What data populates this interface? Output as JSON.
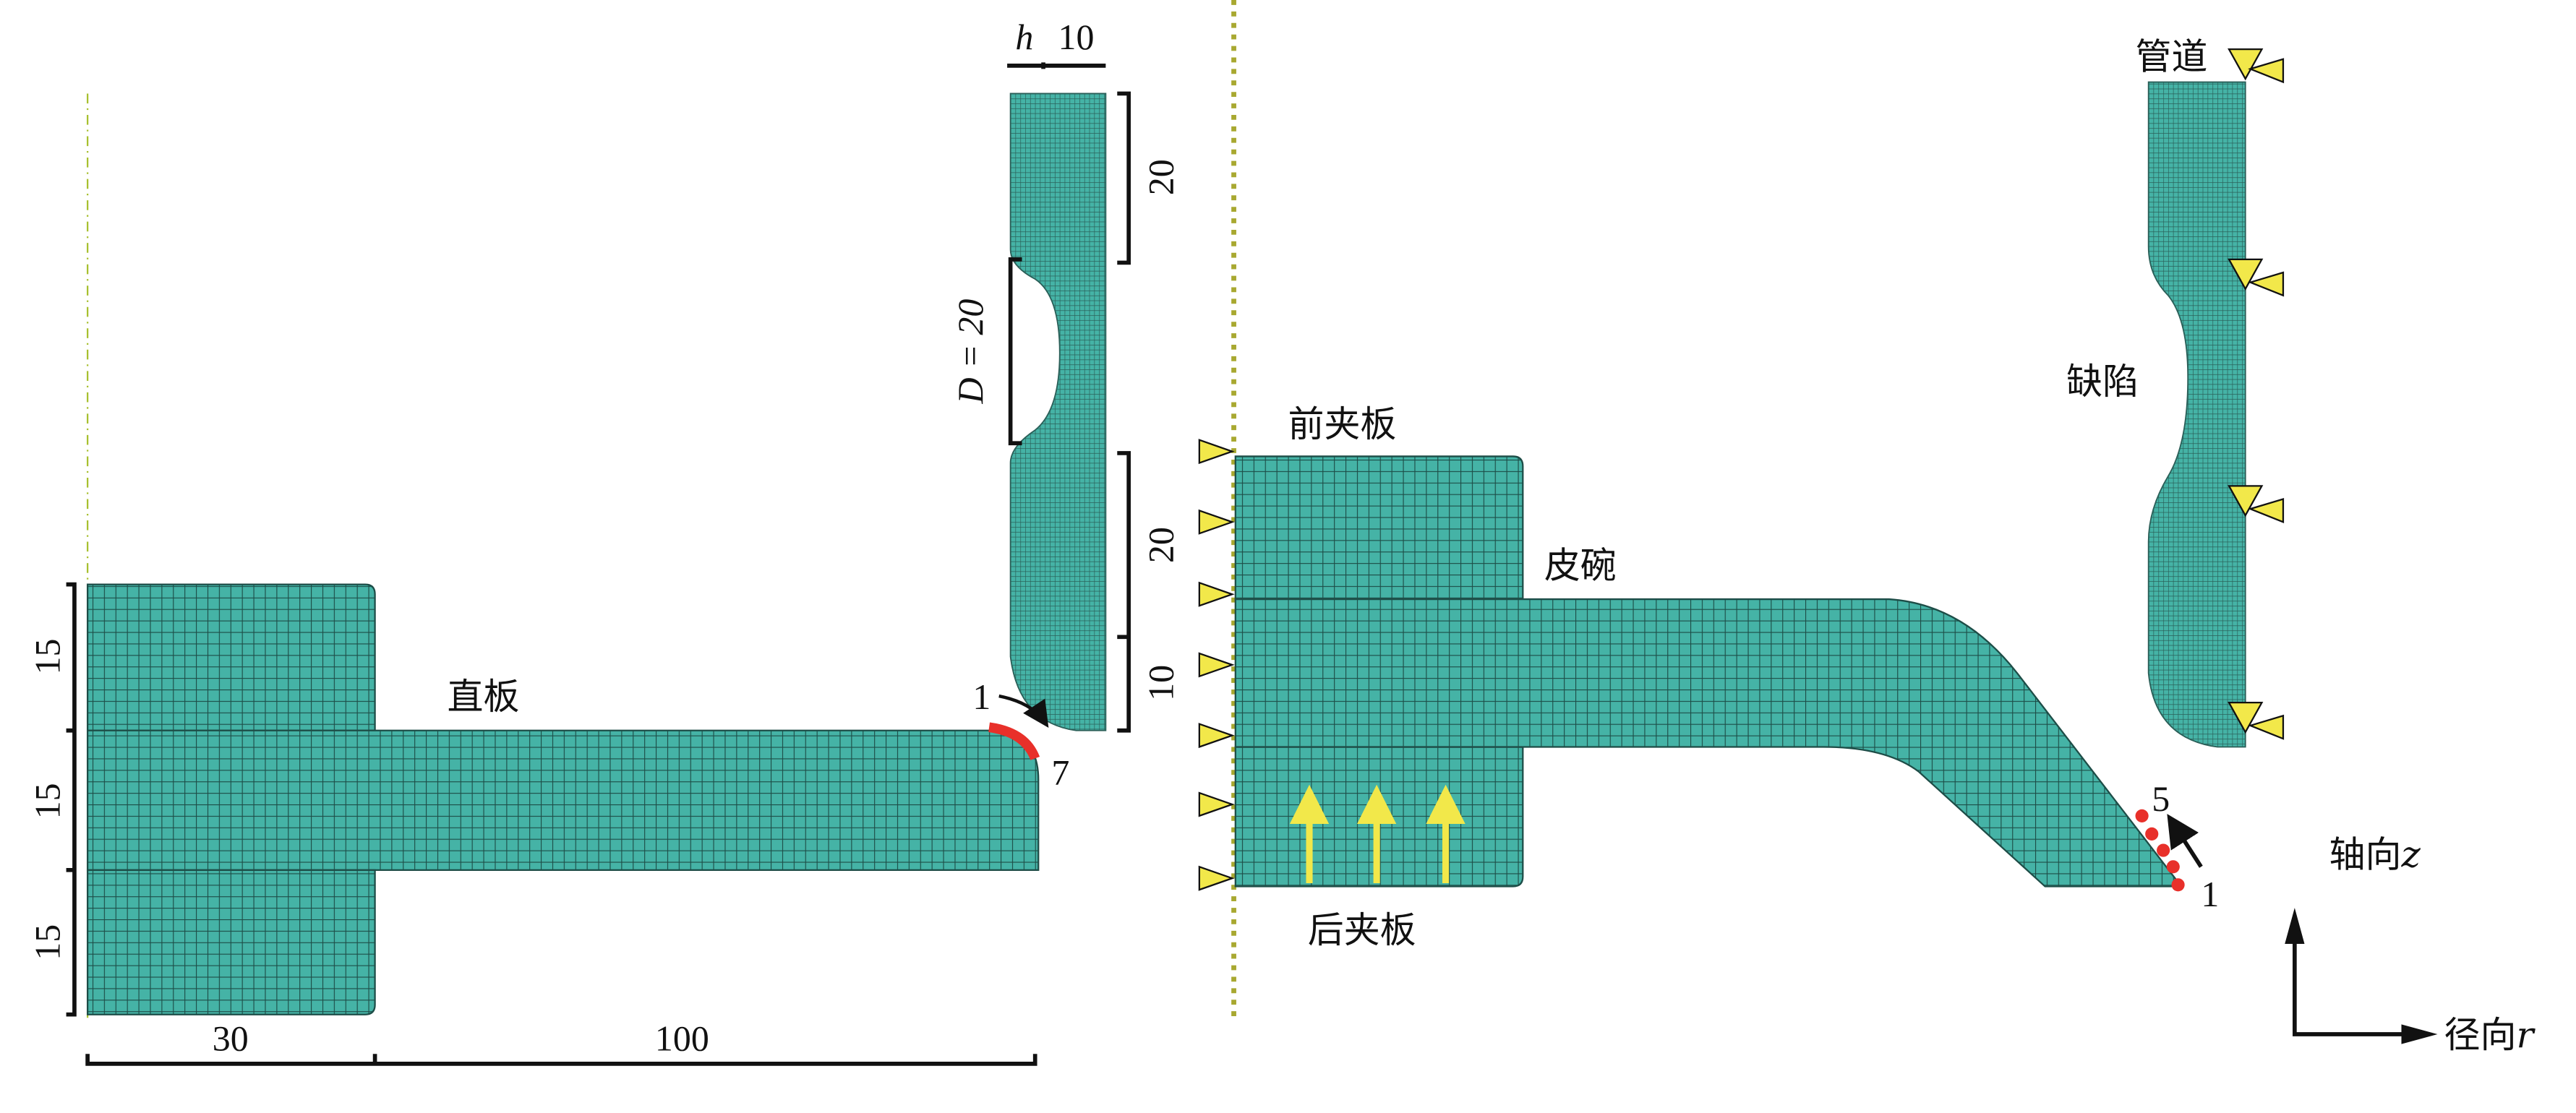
{
  "colors": {
    "mesh_fill": "#45b3a6",
    "mesh_line": "#1d4d47",
    "marker": "#e8302a",
    "axis_line": "#a8a830",
    "bc": "#f2e84a"
  },
  "left_panel": {
    "plate_label": "直板",
    "dims_vertical": [
      "15",
      "15",
      "15"
    ],
    "dims_horizontal": [
      "30",
      "100"
    ],
    "pipe_dims": {
      "h": "h",
      "thickness": "10",
      "top": "20",
      "defect": "D = 20",
      "lower": "20",
      "bottom": "10"
    },
    "path_start": "1",
    "path_end": "7"
  },
  "right_panel": {
    "front_clamp": "前夹板",
    "cup": "皮碗",
    "back_clamp": "后夹板",
    "pipe": "管道",
    "defect": "缺陷",
    "path_start": "1",
    "path_end": "5"
  },
  "axes": {
    "axial": "轴向",
    "axial_var": "z",
    "radial": "径向",
    "radial_var": "r"
  }
}
